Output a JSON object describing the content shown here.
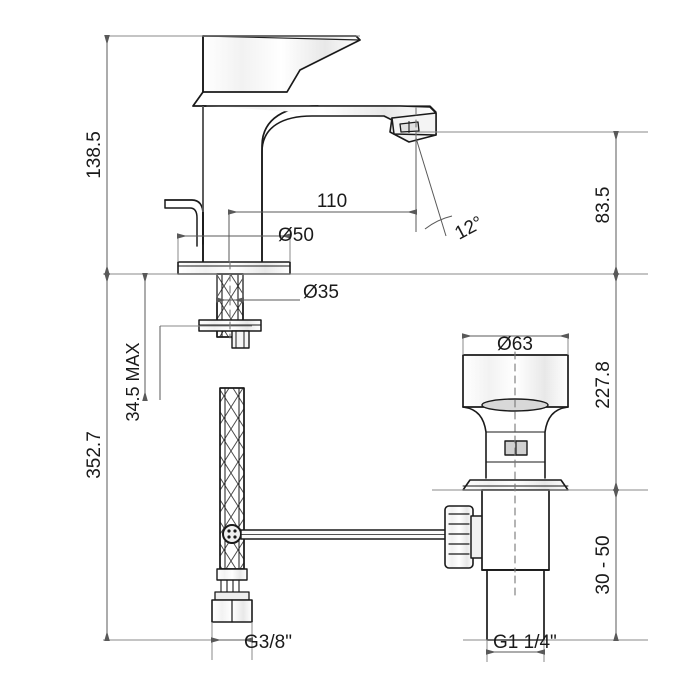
{
  "drawing": {
    "type": "technical-dimension-drawing",
    "subject": "Single-lever basin mixer tap with pop-up waste",
    "units": "mm",
    "line_color": "#1a1a1a",
    "dim_line_color": "#595959",
    "background": "#ffffff"
  },
  "dimensions": {
    "overall_height_above_deck": "138.5",
    "spout_reach": "110",
    "body_base_diameter": "Ø50",
    "mounting_hole_diameter": "Ø35",
    "spout_outlet_angle": "12°",
    "spout_height": "83.5",
    "deck_thickness_max": "34.5 MAX",
    "total_height": "352.7",
    "waste_top_diameter": "Ø63",
    "waste_length_below_deck": "227.8",
    "waste_adjust_range": "30 - 50",
    "inlet_thread": "G3/8\"",
    "waste_thread": "G1 1/4\""
  },
  "labels": [
    {
      "id": "height-138-5",
      "text": "138.5",
      "name": "dimension-label-138-5"
    },
    {
      "id": "reach-110",
      "text": "110",
      "name": "dimension-label-110"
    },
    {
      "id": "dia-50",
      "text": "Ø50",
      "name": "dimension-label-dia-50"
    },
    {
      "id": "dia-35",
      "text": "Ø35",
      "name": "dimension-label-dia-35"
    },
    {
      "id": "angle-12",
      "text": "12°",
      "name": "dimension-label-angle-12"
    },
    {
      "id": "height-83-5",
      "text": "83.5",
      "name": "dimension-label-83-5"
    },
    {
      "id": "deck-34-5",
      "text": "34.5 MAX",
      "name": "dimension-label-34-5-max"
    },
    {
      "id": "total-352-7",
      "text": "352.7",
      "name": "dimension-label-352-7"
    },
    {
      "id": "dia-63",
      "text": "Ø63",
      "name": "dimension-label-dia-63"
    },
    {
      "id": "len-227-8",
      "text": "227.8",
      "name": "dimension-label-227-8"
    },
    {
      "id": "range-30-50",
      "text": "30 - 50",
      "name": "dimension-label-30-50"
    },
    {
      "id": "thread-g38",
      "text": "G3/8\"",
      "name": "dimension-label-g-3-8"
    },
    {
      "id": "thread-g114",
      "text": "G1 1/4\"",
      "name": "dimension-label-g-1-1-4"
    }
  ]
}
